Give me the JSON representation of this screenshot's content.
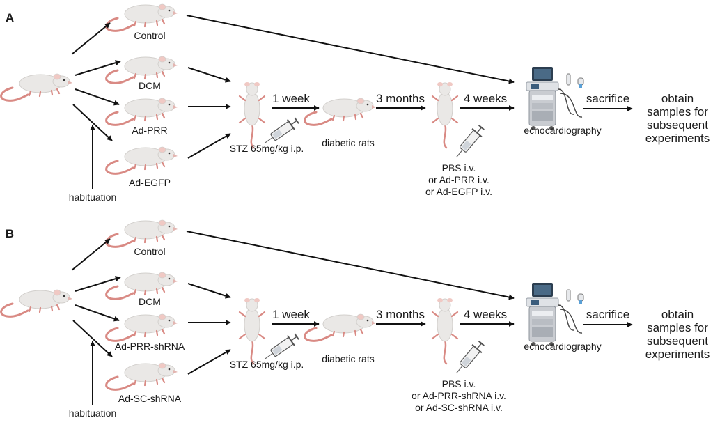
{
  "panels": [
    {
      "letter": "A",
      "groups": [
        "Control",
        "DCM",
        "Ad-PRR",
        "Ad-EGFP"
      ],
      "habituation": "habituation",
      "stz": "STZ 65mg/kg i.p.",
      "week1": "1 week",
      "diabetic": "diabetic rats",
      "months3": "3 months",
      "weeks4": "4 weeks",
      "injections": [
        "PBS i.v.",
        "or Ad-PRR i.v.",
        "or Ad-EGFP i.v."
      ],
      "echo": "echocardiography",
      "sacrifice": "sacrifice",
      "obtain": [
        "obtain",
        "samples for",
        "subsequent",
        "experiments"
      ]
    },
    {
      "letter": "B",
      "groups": [
        "Control",
        "DCM",
        "Ad-PRR-shRNA",
        "Ad-SC-shRNA"
      ],
      "habituation": "habituation",
      "stz": "STZ 65mg/kg i.p.",
      "week1": "1 week",
      "diabetic": "diabetic rats",
      "months3": "3 months",
      "weeks4": "4 weeks",
      "injections": [
        "PBS i.v.",
        "or Ad-PRR-shRNA i.v.",
        "or Ad-SC-shRNA i.v."
      ],
      "echo": "echocardiography",
      "sacrifice": "sacrifice",
      "obtain": [
        "obtain",
        "samples for",
        "subsequent",
        "experiments"
      ]
    }
  ],
  "colors": {
    "rat_body": "#eae8e6",
    "rat_shadow": "#d2cfcc",
    "rat_tail": "#d98a84",
    "arrow": "#111111",
    "machine": "#c9ccd1"
  }
}
